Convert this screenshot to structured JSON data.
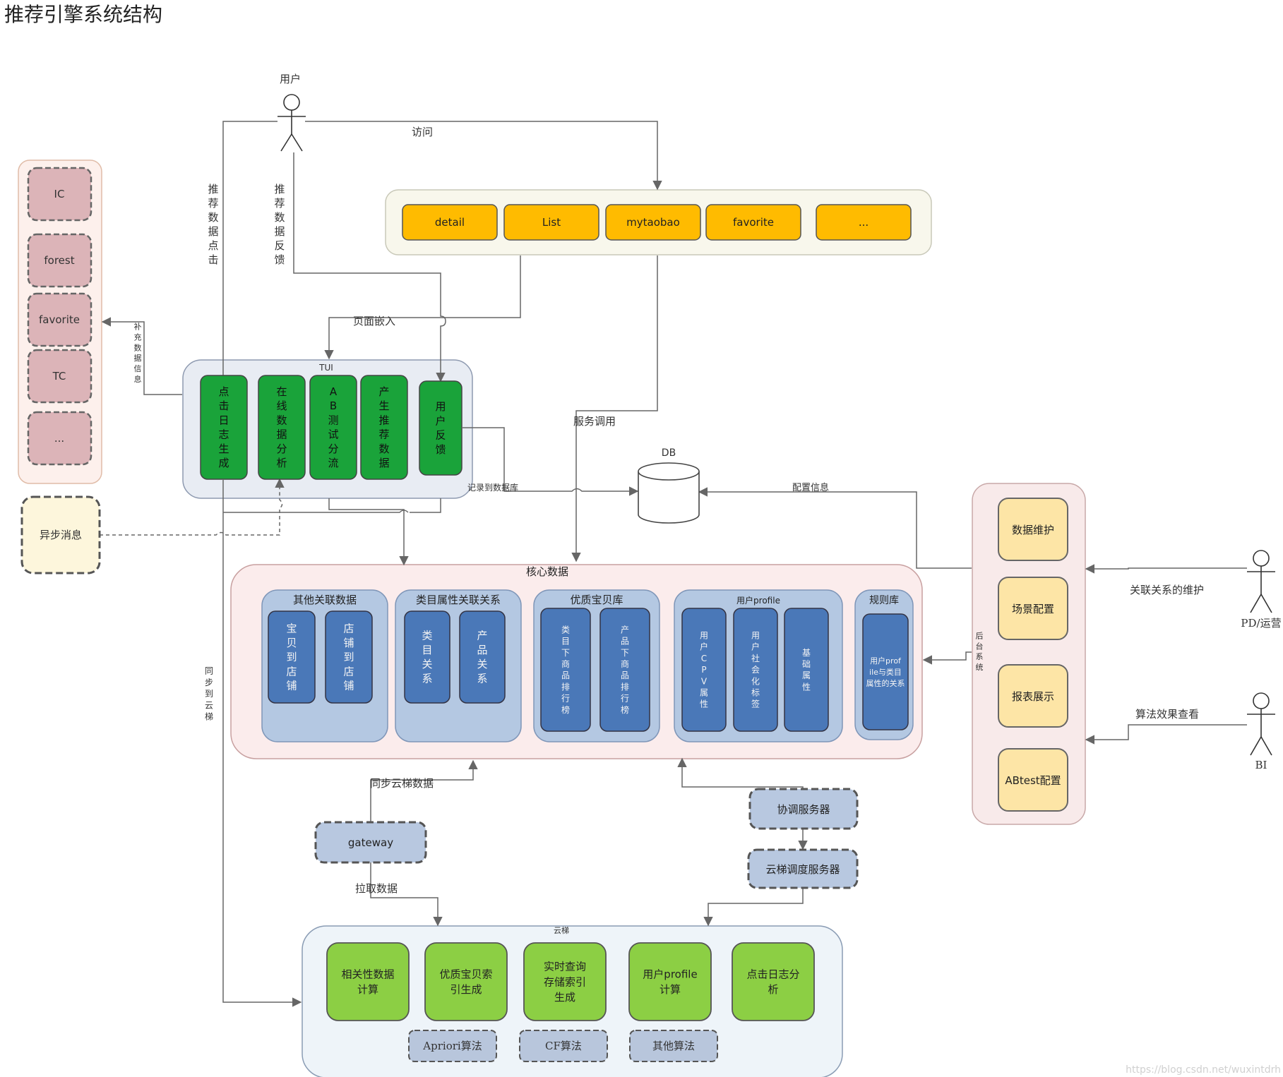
{
  "title": "推荐引擎系统结构",
  "watermark": "https://blog.csdn.net/wuxintdrh",
  "actors": {
    "user": "用户",
    "pd": "PD/运营",
    "bi": "BI"
  },
  "top_bar": {
    "items": [
      "detail",
      "List",
      "mytaobao",
      "favorite",
      "..."
    ]
  },
  "left_sources": {
    "items": [
      "IC",
      "forest",
      "favorite",
      "TC",
      "..."
    ]
  },
  "async_message": "异步消息",
  "tui": {
    "title": "TUI",
    "modules": [
      {
        "label": "点击日志生成"
      },
      {
        "label": "在线数据分析"
      },
      {
        "label": "AB测试分流"
      },
      {
        "label": "产生推荐数据"
      },
      {
        "label": "用户反馈"
      }
    ]
  },
  "db": "DB",
  "core": {
    "title": "核心数据",
    "groups": [
      {
        "title": "其他关联数据",
        "items": [
          "宝贝到店铺",
          "店铺到店铺"
        ]
      },
      {
        "title": "类目属性关联关系",
        "items": [
          "类目关系",
          "产品关系"
        ]
      },
      {
        "title": "优质宝贝库",
        "items": [
          "类目下商品排行榜",
          "产品下商品排行榜"
        ]
      },
      {
        "title": "用户profile",
        "items": [
          "用户CPV属性",
          "用户社会化标签",
          "基础属性"
        ]
      },
      {
        "title": "规则库",
        "items": [
          "用户profile与类目属性的关系"
        ]
      }
    ]
  },
  "backend": {
    "title": "后台系统",
    "items": [
      "数据维护",
      "场景配置",
      "报表展示",
      "ABtest配置"
    ]
  },
  "gateway": "gateway",
  "coord_server": "协调服务器",
  "sched_server": "云梯调度服务器",
  "cloud": {
    "title": "云梯",
    "items": [
      "相关性数据计算",
      "优质宝贝索引生成",
      "实时查询存储索引生成",
      "用户profile计算",
      "点击日志分析"
    ],
    "algos": [
      "Apriori算法",
      "CF算法",
      "其他算法"
    ]
  },
  "edge_labels": {
    "visit": "访问",
    "rec_click": "推荐数据点击",
    "rec_feedback": "推荐数据反馈",
    "page_embed": "页面嵌入",
    "supplement": "补充数据信息",
    "service_call": "服务调用",
    "record_db": "记录到数据库",
    "config_info": "配置信息",
    "sync_cloud": "同步到云梯",
    "sync_cloud_data": "同步云梯数据",
    "pull_data": "拉取数据",
    "relation_maint": "关联关系的维护",
    "algo_view": "算法效果查看"
  },
  "colors": {
    "tui_green": "#1aa33a",
    "top_orange": "#ffbb00",
    "core_blue": "#4a78b8",
    "group_blue": "#b4c8e2",
    "source_pink": "#dcb4b8",
    "backend_yellow": "#fde5a6",
    "cloud_green": "#8ccf44",
    "gray_blue": "#b8c6dc"
  }
}
